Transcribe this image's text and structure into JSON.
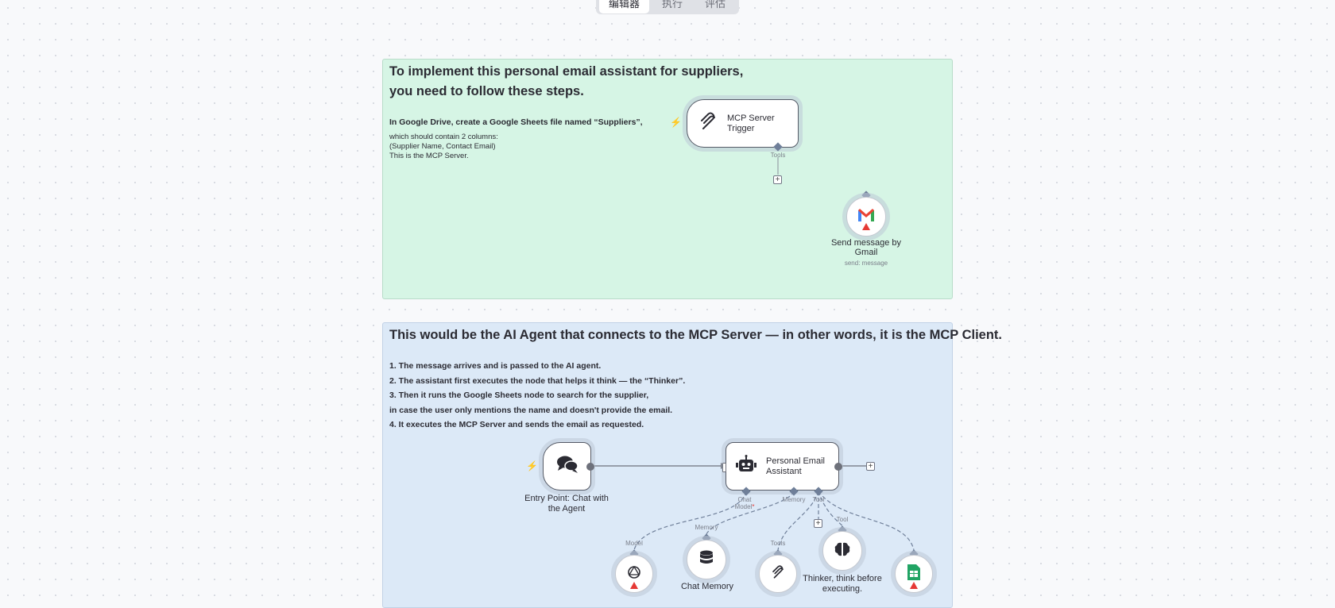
{
  "top_tabs": {
    "editor": "编辑器",
    "executions": "执行",
    "evaluations": "评估"
  },
  "note1": {
    "title_line1": "To implement this personal email assistant for suppliers,",
    "title_line2": "you need to follow these steps.",
    "subtitle": "In Google Drive, create a Google Sheets file named “Suppliers”,",
    "line1": "which should contain 2 columns:",
    "line2": "(Supplier Name, Contact Email)",
    "line3": "This is the MCP Server."
  },
  "mcp_trigger": {
    "label_line1": "MCP Server",
    "label_line2": "Trigger",
    "handle": "Tools"
  },
  "gmail_node": {
    "label_line1": "Send message by",
    "label_line2": "Gmail",
    "sub": "send: message"
  },
  "note2": {
    "title": "This would be the AI Agent that connects to the MCP Server — in other words, it is the MCP Client.",
    "steps": [
      "1. The message arrives and is passed to the AI agent.",
      "2. The assistant first executes the node that helps it think — the “Thinker”.",
      "3. Then it runs the Google Sheets node to search for the supplier,",
      "in case the user only mentions the name and doesn't provide the email.",
      "4. It executes the MCP Server and sends the email as requested."
    ]
  },
  "chat_node": {
    "label_line1": "Entry Point: Chat with",
    "label_line2": "the Agent"
  },
  "agent_node": {
    "label_line1": "Personal Email",
    "label_line2": "Assistant",
    "handle_model": "Chat Model",
    "required_mark": "*",
    "handle_memory": "Memory",
    "handle_tool": "Tool"
  },
  "sub_nodes": {
    "model_handle": "Model",
    "memory_handle": "Memory",
    "memory_label": "Chat Memory",
    "tools_handle": "Tools",
    "tool_handle": "Tool",
    "thinker_line1": "Thinker, think before",
    "thinker_line2": "executing."
  },
  "colors": {
    "green_note": "#d6f5e5",
    "blue_note": "#dce9f7",
    "trigger_bolt": "#e06a3a",
    "warning": "#e53935",
    "sheets_green": "#21a464"
  }
}
